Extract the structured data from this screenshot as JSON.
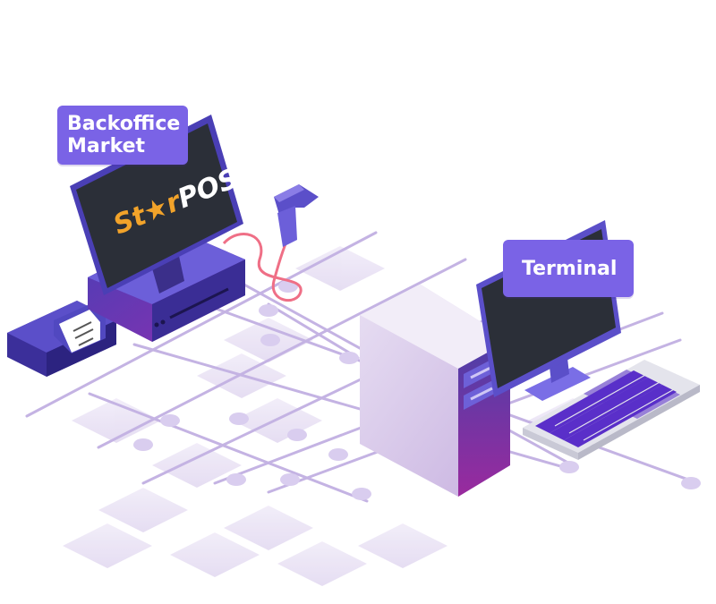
{
  "labels": {
    "backoffice_line1": "Backoffice",
    "backoffice_line2": "Market",
    "terminal": "Terminal"
  },
  "logo": {
    "part1": "St",
    "star": "★",
    "part2": "r",
    "part3": "POS"
  },
  "colors": {
    "callout": "#7a63e6",
    "logo_orange": "#f2a32a",
    "logo_white": "#ffffff",
    "screen": "#2b2f38",
    "device_purple": "#5b4fc9",
    "device_dark": "#3b2f8a",
    "cable": "#ef6f86",
    "network_line": "#b8a7dc",
    "tile": "#ece6f6"
  },
  "icons": {
    "pos_monitor": "pos-monitor-icon",
    "barcode_scanner": "barcode-scanner-icon",
    "receipt_printer": "receipt-printer-icon",
    "server_tower": "server-tower-icon",
    "terminal_monitor": "terminal-monitor-icon",
    "keyboard": "keyboard-icon"
  }
}
